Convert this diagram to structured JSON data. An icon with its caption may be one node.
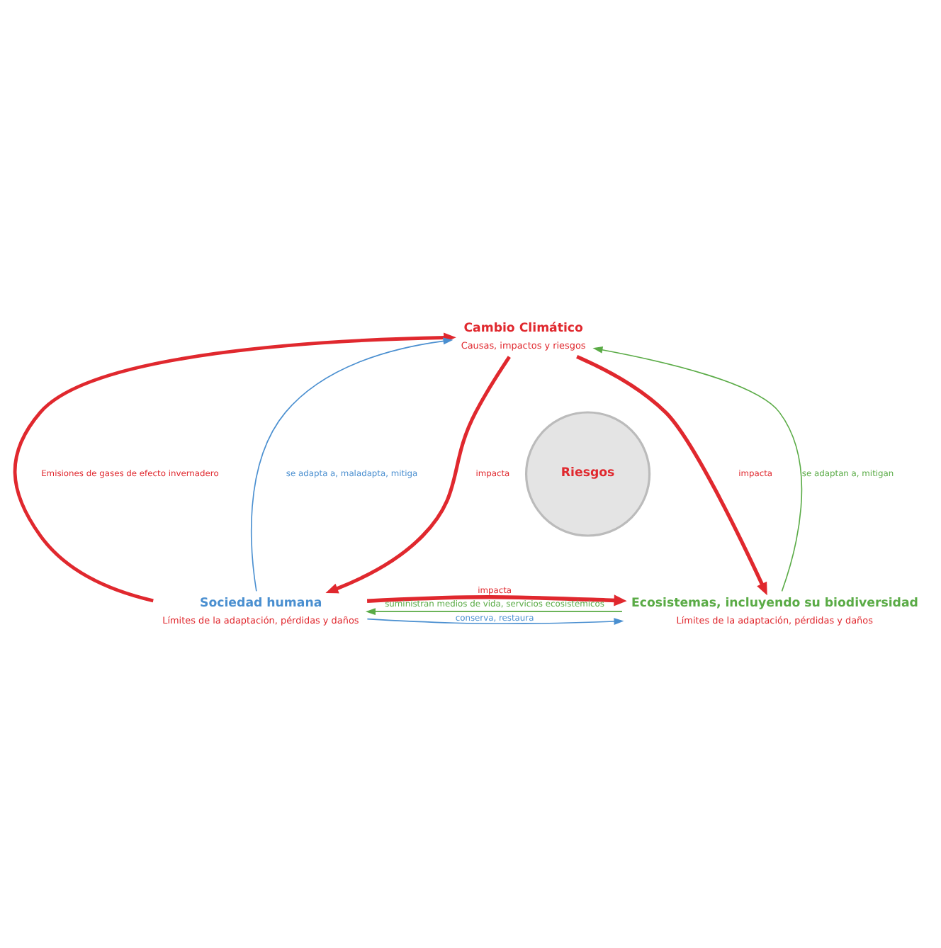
{
  "diagram": {
    "nodes": [
      {
        "text": [
          "Cambio Climático",
          "Causas, impactos y riesgos"
        ]
      },
      {
        "text": [
          "Sociedad humana",
          "Límites de la adaptación, pérdidas y daños"
        ]
      },
      {
        "text": [
          "Riesgos"
        ]
      },
      {
        "text": [
          "Ecosistemas, incluyendo su biodiversidad",
          "Límites de la adaptación, pérdidas y daños"
        ]
      }
    ],
    "edges": [
      {
        "from": 1,
        "to": 0,
        "arrow": "to",
        "label": "Emisiones de gases de efecto invernadero",
        "style": "thick"
      },
      {
        "from": 1,
        "to": 0,
        "arrow": "to",
        "label": "se adapta a, maladapta, mitiga",
        "color": "#4a8fd0"
      },
      {
        "from": 0,
        "to": 1,
        "arrow": "to",
        "label": "impacta",
        "style": "thick"
      },
      {
        "from": 0,
        "to": 3,
        "arrow": "to",
        "label": "impacta",
        "style": "thick"
      },
      {
        "from": 3,
        "to": 0,
        "arrow": "to",
        "label": "se adaptan a, mitigan",
        "color": "#5aab46"
      },
      {
        "from": 1,
        "to": 3,
        "arrow": "to",
        "label": "impacta",
        "style": "thick"
      },
      {
        "from": 1,
        "to": 3,
        "arrow": "to",
        "label": "conserva, restaura",
        "color": "#4a8fd0"
      },
      {
        "from": 3,
        "to": 1,
        "arrow": "to",
        "label": "suministran medios de vida, servicios ecosistémicos",
        "color": "#5aab46"
      }
    ]
  }
}
